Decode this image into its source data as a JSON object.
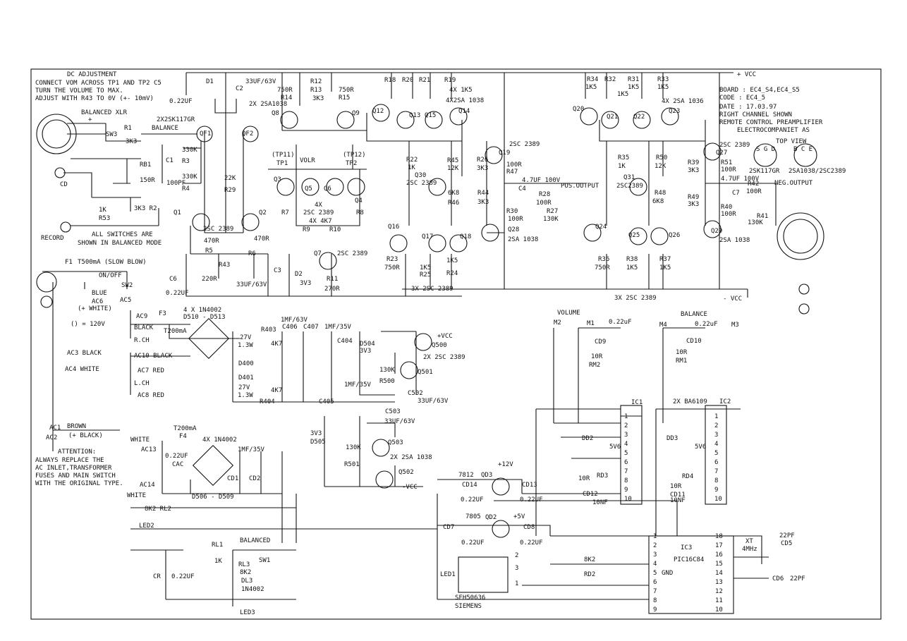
{
  "notes": {
    "dc_title": "DC ADJUSTMENT",
    "dc_line1": "CONNECT VOM ACROSS TP1 AND TP2  C5",
    "dc_line2": "TURN THE VOLUME TO MAX.",
    "dc_line3": "ADJUST WITH R43 TO 0V (+- 10mV)",
    "attention": "ATTENTION:",
    "att1": "ALWAYS REPLACE THE",
    "att2": "AC INLET,TRANSFORMER",
    "att3": "FUSES AND MAIN SWITCH",
    "att4": "WITH THE ORIGINAL TYPE.",
    "switches1": "ALL SWITCHES ARE",
    "switches2": "SHOWN IN BALANCED MODE"
  },
  "titleblock": {
    "vcc": "+ VCC",
    "board": "BOARD : EC4_S4,EC4_S5",
    "code": "CODE : EC4_5",
    "date": "DATE : 17.03.97",
    "right": "RIGHT CHANNEL SHOWN",
    "remote": "REMOTE CONTROL PREAMPLIFIER",
    "company": "ELECTROCOMPANIET AS",
    "topview": "TOP VIEW",
    "sgd": "S G D",
    "bce": "B C E",
    "fet": "2SK117GR",
    "bjt": "2SA1038/2SC2389"
  },
  "labels": [
    {
      "id": "bal-xlr",
      "t": "BALANCED XLR"
    },
    {
      "id": "plus1",
      "t": "+"
    },
    {
      "id": "sw3",
      "t": "SW3"
    },
    {
      "id": "r1",
      "t": "R1"
    },
    {
      "id": "3k3a",
      "t": "3K3"
    },
    {
      "id": "balance",
      "t": "BALANCE"
    },
    {
      "id": "2x2sk",
      "t": "2X2SK117GR"
    },
    {
      "id": "qf1",
      "t": "QF1"
    },
    {
      "id": "qf2",
      "t": "QF2"
    },
    {
      "id": "rb1",
      "t": "RB1"
    },
    {
      "id": "150r",
      "t": "150R"
    },
    {
      "id": "100pf",
      "t": "100PF"
    },
    {
      "id": "c1",
      "t": "C1"
    },
    {
      "id": "330ka",
      "t": "330K"
    },
    {
      "id": "r3",
      "t": "R3"
    },
    {
      "id": "330kb",
      "t": "330K"
    },
    {
      "id": "r4",
      "t": "R4"
    },
    {
      "id": "cd",
      "t": "CD"
    },
    {
      "id": "1k",
      "t": "1K"
    },
    {
      "id": "r53",
      "t": "R53"
    },
    {
      "id": "3k3r2",
      "t": "3K3 R2"
    },
    {
      "id": "record",
      "t": "RECORD"
    },
    {
      "id": "d1",
      "t": "D1"
    },
    {
      "id": "c2",
      "t": "C2"
    },
    {
      "id": "cap-c5",
      "t": "0.22UF"
    },
    {
      "id": "33uf63a",
      "t": "33UF/63V"
    },
    {
      "id": "r14",
      "t": "R14"
    },
    {
      "id": "750ra",
      "t": "750R"
    },
    {
      "id": "2x2sa",
      "t": "2X 2SA1038"
    },
    {
      "id": "q8",
      "t": "Q8"
    },
    {
      "id": "r12",
      "t": "R12"
    },
    {
      "id": "r13",
      "t": "R13"
    },
    {
      "id": "3k3b",
      "t": "3K3"
    },
    {
      "id": "750rb",
      "t": "750R"
    },
    {
      "id": "r15",
      "t": "R15"
    },
    {
      "id": "q9",
      "t": "Q9"
    },
    {
      "id": "22k",
      "t": "22K"
    },
    {
      "id": "r29",
      "t": "R29"
    },
    {
      "id": "tp11",
      "t": "(TP11)"
    },
    {
      "id": "tp1",
      "t": "TP1"
    },
    {
      "id": "volr",
      "t": "VOLR"
    },
    {
      "id": "tp12",
      "t": "(TP12)"
    },
    {
      "id": "tp2",
      "t": "TP2"
    },
    {
      "id": "q3",
      "t": "Q3"
    },
    {
      "id": "q5",
      "t": "Q5"
    },
    {
      "id": "q6",
      "t": "Q6"
    },
    {
      "id": "q4",
      "t": "Q4"
    },
    {
      "id": "4x",
      "t": "4X"
    },
    {
      "id": "2sc2389a",
      "t": "2SC 2389"
    },
    {
      "id": "4x4k7",
      "t": "4X 4K7"
    },
    {
      "id": "r7",
      "t": "R7"
    },
    {
      "id": "r8",
      "t": "R8"
    },
    {
      "id": "r9",
      "t": "R9"
    },
    {
      "id": "r10",
      "t": "R10"
    },
    {
      "id": "q1",
      "t": "Q1"
    },
    {
      "id": "q2",
      "t": "Q2"
    },
    {
      "id": "2sc2389b",
      "t": "2SC 2389"
    },
    {
      "id": "470ra",
      "t": "470R"
    },
    {
      "id": "r5",
      "t": "R5"
    },
    {
      "id": "470rb",
      "t": "470R"
    },
    {
      "id": "r6",
      "t": "R6"
    },
    {
      "id": "q7",
      "t": "Q7"
    },
    {
      "id": "2sc2389c",
      "t": "2SC 2389"
    },
    {
      "id": "r43",
      "t": "R43"
    },
    {
      "id": "220r",
      "t": "220R"
    },
    {
      "id": "c3",
      "t": "C3"
    },
    {
      "id": "d2",
      "t": "D2"
    },
    {
      "id": "3v3a",
      "t": "3V3"
    },
    {
      "id": "33uf63b",
      "t": "33UF/63V"
    },
    {
      "id": "r11",
      "t": "R11"
    },
    {
      "id": "270r",
      "t": "270R"
    },
    {
      "id": "c6",
      "t": "C6"
    },
    {
      "id": "022c6",
      "t": "0.22UF"
    },
    {
      "id": "r18",
      "t": "R18"
    },
    {
      "id": "r20",
      "t": "R20"
    },
    {
      "id": "r21",
      "t": "R21"
    },
    {
      "id": "r19",
      "t": "R19"
    },
    {
      "id": "4x1k5",
      "t": "4X 1K5"
    },
    {
      "id": "4x2sa",
      "t": "4X2SA 1038"
    },
    {
      "id": "q12",
      "t": "Q12"
    },
    {
      "id": "q13",
      "t": "Q13"
    },
    {
      "id": "q15",
      "t": "Q15"
    },
    {
      "id": "q14",
      "t": "Q14"
    },
    {
      "id": "2sc2389d",
      "t": "2SC 2389"
    },
    {
      "id": "q19",
      "t": "Q19"
    },
    {
      "id": "r22",
      "t": "R22"
    },
    {
      "id": "1ka",
      "t": "1K"
    },
    {
      "id": "r45",
      "t": "R45"
    },
    {
      "id": "12ka",
      "t": "12K"
    },
    {
      "id": "r26",
      "t": "R26"
    },
    {
      "id": "3k3c",
      "t": "3K3"
    },
    {
      "id": "100ra",
      "t": "100R"
    },
    {
      "id": "r47",
      "t": "R47"
    },
    {
      "id": "q30",
      "t": "Q30"
    },
    {
      "id": "2sc2389e",
      "t": "2SC 2389"
    },
    {
      "id": "6k8a",
      "t": "6K8"
    },
    {
      "id": "r46",
      "t": "R46"
    },
    {
      "id": "r44",
      "t": "R44"
    },
    {
      "id": "3k3d",
      "t": "3K3"
    },
    {
      "id": "47uf",
      "t": "4.7UF 100V"
    },
    {
      "id": "c4",
      "t": "C4"
    },
    {
      "id": "r28",
      "t": "R28"
    },
    {
      "id": "100rb",
      "t": "100R"
    },
    {
      "id": "pos",
      "t": "POS.OUTPUT"
    },
    {
      "id": "r30",
      "t": "R30"
    },
    {
      "id": "100rc",
      "t": "100R"
    },
    {
      "id": "r27",
      "t": "R27"
    },
    {
      "id": "130ka",
      "t": "130K"
    },
    {
      "id": "q28",
      "t": "Q28"
    },
    {
      "id": "2sa1038a",
      "t": "2SA 1038"
    },
    {
      "id": "q16",
      "t": "Q16"
    },
    {
      "id": "q17",
      "t": "Q17"
    },
    {
      "id": "q18",
      "t": "Q18"
    },
    {
      "id": "r23",
      "t": "R23"
    },
    {
      "id": "750rc",
      "t": "750R"
    },
    {
      "id": "1k5a",
      "t": "1K5"
    },
    {
      "id": "r25",
      "t": "R25"
    },
    {
      "id": "1k5b",
      "t": "1K5"
    },
    {
      "id": "r24",
      "t": "R24"
    },
    {
      "id": "3x2sca",
      "t": "3X 2SC 2389"
    },
    {
      "id": "r34",
      "t": "R34"
    },
    {
      "id": "r32",
      "t": "R32"
    },
    {
      "id": "1k5c",
      "t": "1K5"
    },
    {
      "id": "1k5d",
      "t": "1K5"
    },
    {
      "id": "r31",
      "t": "R31"
    },
    {
      "id": "r33",
      "t": "R33"
    },
    {
      "id": "1k5e",
      "t": "1K5"
    },
    {
      "id": "1k5f",
      "t": "1K5"
    },
    {
      "id": "4x2sa1036",
      "t": "4X 2SA 1036"
    },
    {
      "id": "q20",
      "t": "Q20"
    },
    {
      "id": "q21",
      "t": "Q21"
    },
    {
      "id": "q22",
      "t": "Q22"
    },
    {
      "id": "q23",
      "t": "Q23"
    },
    {
      "id": "2sc2389f",
      "t": "2SC 2389"
    },
    {
      "id": "q27",
      "t": "Q27"
    },
    {
      "id": "r35",
      "t": "R35"
    },
    {
      "id": "1kb",
      "t": "1K"
    },
    {
      "id": "r50",
      "t": "R50"
    },
    {
      "id": "12kb",
      "t": "12K"
    },
    {
      "id": "r39",
      "t": "R39"
    },
    {
      "id": "3k3e",
      "t": "3K3"
    },
    {
      "id": "r51",
      "t": "R51"
    },
    {
      "id": "100rd",
      "t": "100R"
    },
    {
      "id": "r49",
      "t": "R49"
    },
    {
      "id": "q31",
      "t": "Q31"
    },
    {
      "id": "2sc2389g",
      "t": "2SC2389"
    },
    {
      "id": "r48",
      "t": "R48"
    },
    {
      "id": "6k8b",
      "t": "6K8"
    },
    {
      "id": "3k3f",
      "t": "3K3"
    },
    {
      "id": "47uf2",
      "t": "4.7UF 100V"
    },
    {
      "id": "c7",
      "t": "C7"
    },
    {
      "id": "neg",
      "t": "NEG.OUTPUT"
    },
    {
      "id": "r42",
      "t": "R42"
    },
    {
      "id": "100re",
      "t": "100R"
    },
    {
      "id": "r40",
      "t": "R40"
    },
    {
      "id": "100rf",
      "t": "100R"
    },
    {
      "id": "r41",
      "t": "R41"
    },
    {
      "id": "130kb",
      "t": "130K"
    },
    {
      "id": "q24",
      "t": "Q24"
    },
    {
      "id": "q25",
      "t": "Q25"
    },
    {
      "id": "q26",
      "t": "Q26"
    },
    {
      "id": "q29",
      "t": "Q29"
    },
    {
      "id": "2sa1038b",
      "t": "2SA 1038"
    },
    {
      "id": "r36",
      "t": "R36"
    },
    {
      "id": "750rd",
      "t": "750R"
    },
    {
      "id": "r38",
      "t": "R38"
    },
    {
      "id": "1k5g",
      "t": "1K5"
    },
    {
      "id": "r37",
      "t": "R37"
    },
    {
      "id": "1k5h",
      "t": "1K5"
    },
    {
      "id": "3x2scb",
      "t": "3X 2SC 2389"
    },
    {
      "id": "vccn",
      "t": "- VCC"
    },
    {
      "id": "f1",
      "t": "F1"
    },
    {
      "id": "t500",
      "t": "T500mA (SLOW BLOW)"
    },
    {
      "id": "onoff",
      "t": "ON/OFF"
    },
    {
      "id": "sw2",
      "t": "SW2"
    },
    {
      "id": "blue",
      "t": "BLUE"
    },
    {
      "id": "ac5",
      "t": "AC5"
    },
    {
      "id": "ac6",
      "t": "AC6"
    },
    {
      "id": "pw",
      "t": "(+ WHITE)"
    },
    {
      "id": "120v",
      "t": "() = 120V"
    },
    {
      "id": "ac9",
      "t": "AC9"
    },
    {
      "id": "f3",
      "t": "F3"
    },
    {
      "id": "t200a",
      "t": "T200mA"
    },
    {
      "id": "black1",
      "t": "BLACK"
    },
    {
      "id": "rch",
      "t": "R.CH"
    },
    {
      "id": "ac10",
      "t": "AC10  BLACK"
    },
    {
      "id": "ac3",
      "t": "AC3 BLACK"
    },
    {
      "id": "ac4",
      "t": "AC4 WHITE"
    },
    {
      "id": "ac7",
      "t": "AC7 RED"
    },
    {
      "id": "lch",
      "t": "L.CH"
    },
    {
      "id": "ac8",
      "t": "AC8 RED"
    },
    {
      "id": "ac1",
      "t": "AC1"
    },
    {
      "id": "brown",
      "t": "BROWN"
    },
    {
      "id": "ac2",
      "t": "AC2"
    },
    {
      "id": "pblack",
      "t": "(+ BLACK)"
    },
    {
      "id": "in4002a",
      "t": "4 X 1N4002"
    },
    {
      "id": "d510",
      "t": "D510 - D513"
    },
    {
      "id": "27va",
      "t": "27V"
    },
    {
      "id": "13wa",
      "t": "1.3W"
    },
    {
      "id": "r403",
      "t": "R403"
    },
    {
      "id": "c406",
      "t": "C406"
    },
    {
      "id": "c407",
      "t": "C407"
    },
    {
      "id": "1mf63",
      "t": "1MF/63V"
    },
    {
      "id": "4k7a",
      "t": "4K7"
    },
    {
      "id": "d400",
      "t": "D400"
    },
    {
      "id": "d401",
      "t": "D401"
    },
    {
      "id": "4k7b",
      "t": "4K7"
    },
    {
      "id": "27vb",
      "t": "27V"
    },
    {
      "id": "13wb",
      "t": "1.3W"
    },
    {
      "id": "r404",
      "t": "R404"
    },
    {
      "id": "c405",
      "t": "C405"
    },
    {
      "id": "1mf35a",
      "t": "1MF/35V"
    },
    {
      "id": "c404",
      "t": "C404"
    },
    {
      "id": "1mf35b",
      "t": "1MF/35V"
    },
    {
      "id": "d504",
      "t": "D504"
    },
    {
      "id": "3v3b",
      "t": "3V3"
    },
    {
      "id": "130kc",
      "t": "130K"
    },
    {
      "id": "r500",
      "t": "R500"
    },
    {
      "id": "vccp2",
      "t": "+VCC"
    },
    {
      "id": "q500",
      "t": "Q500"
    },
    {
      "id": "2x2sc",
      "t": "2X 2SC 2389"
    },
    {
      "id": "q501",
      "t": "Q501"
    },
    {
      "id": "c502",
      "t": "C502"
    },
    {
      "id": "33uf63c",
      "t": "33UF/63V"
    },
    {
      "id": "c503",
      "t": "C503"
    },
    {
      "id": "33uf63d",
      "t": "33UF/63V"
    },
    {
      "id": "3v3c",
      "t": "3V3"
    },
    {
      "id": "d505",
      "t": "D505"
    },
    {
      "id": "130kd",
      "t": "130K"
    },
    {
      "id": "r501",
      "t": "R501"
    },
    {
      "id": "q503",
      "t": "Q503"
    },
    {
      "id": "2x2sa2",
      "t": "2X 2SA 1038"
    },
    {
      "id": "q502",
      "t": "Q502"
    },
    {
      "id": "vccn2",
      "t": "-VCC"
    },
    {
      "id": "white1",
      "t": "WHITE"
    },
    {
      "id": "ac13",
      "t": "AC13"
    },
    {
      "id": "t200b",
      "t": "T200mA"
    },
    {
      "id": "f4",
      "t": "F4"
    },
    {
      "id": "in4002b",
      "t": "4X 1N4002"
    },
    {
      "id": "1mf35c",
      "t": "1MF/35V"
    },
    {
      "id": "022cac",
      "t": "0.22UF"
    },
    {
      "id": "cac",
      "t": "CAC"
    },
    {
      "id": "cd1",
      "t": "CD1"
    },
    {
      "id": "cd2",
      "t": "CD2"
    },
    {
      "id": "ac14",
      "t": "AC14"
    },
    {
      "id": "d506",
      "t": "D506 - D509"
    },
    {
      "id": "white2",
      "t": "WHITE"
    },
    {
      "id": "8k2a",
      "t": "8K2  RL2"
    },
    {
      "id": "led2",
      "t": "LED2"
    },
    {
      "id": "balanced",
      "t": "BALANCED"
    },
    {
      "id": "rl1",
      "t": "RL1"
    },
    {
      "id": "1kc",
      "t": "1K"
    },
    {
      "id": "sw1",
      "t": "SW1"
    },
    {
      "id": "cr",
      "t": "CR"
    },
    {
      "id": "022cr",
      "t": "0.22UF"
    },
    {
      "id": "rl3",
      "t": "RL3"
    },
    {
      "id": "8k2b",
      "t": "8K2"
    },
    {
      "id": "dl3",
      "t": "DL3"
    },
    {
      "id": "1n4002",
      "t": "1N4002"
    },
    {
      "id": "led3",
      "t": "LED3"
    },
    {
      "id": "volume",
      "t": "VOLUME"
    },
    {
      "id": "m2",
      "t": "M2"
    },
    {
      "id": "m1",
      "t": "M1"
    },
    {
      "id": "022v",
      "t": "0.22uF"
    },
    {
      "id": "cd9",
      "t": "CD9"
    },
    {
      "id": "10ra",
      "t": "10R"
    },
    {
      "id": "rm2",
      "t": "RM2"
    },
    {
      "id": "balance2",
      "t": "BALANCE"
    },
    {
      "id": "m4",
      "t": "M4"
    },
    {
      "id": "022b",
      "t": "0.22uF"
    },
    {
      "id": "m3",
      "t": "M3"
    },
    {
      "id": "cd10",
      "t": "CD10"
    },
    {
      "id": "10rb",
      "t": "10R"
    },
    {
      "id": "rm1",
      "t": "RM1"
    },
    {
      "id": "ic1",
      "t": "IC1"
    },
    {
      "id": "ba6109",
      "t": "2X BA6109"
    },
    {
      "id": "ic2",
      "t": "IC2"
    },
    {
      "id": "dd2",
      "t": "DD2"
    },
    {
      "id": "5v6a",
      "t": "5V6"
    },
    {
      "id": "dd3",
      "t": "DD3"
    },
    {
      "id": "5v6b",
      "t": "5V6"
    },
    {
      "id": "10rc",
      "t": "10R"
    },
    {
      "id": "rd3",
      "t": "RD3"
    },
    {
      "id": "cd12",
      "t": "CD12"
    },
    {
      "id": "10nfa",
      "t": "10NF"
    },
    {
      "id": "rd4",
      "t": "RD4"
    },
    {
      "id": "10rd",
      "t": "10R"
    },
    {
      "id": "cd11",
      "t": "CD11"
    },
    {
      "id": "10nfb",
      "t": "10NF"
    },
    {
      "id": "7812",
      "t": "7812"
    },
    {
      "id": "qd3",
      "t": "QD3"
    },
    {
      "id": "12v",
      "t": "+12V"
    },
    {
      "id": "cd14",
      "t": "CD14"
    },
    {
      "id": "022d14",
      "t": "0.22UF"
    },
    {
      "id": "cd13",
      "t": "CD13"
    },
    {
      "id": "022d13",
      "t": "0.22UF"
    },
    {
      "id": "7805",
      "t": "7805"
    },
    {
      "id": "qd2",
      "t": "QD2"
    },
    {
      "id": "5v",
      "t": "+5V"
    },
    {
      "id": "cd7",
      "t": "CD7"
    },
    {
      "id": "022d7",
      "t": "0.22UF"
    },
    {
      "id": "cd8",
      "t": "CD8"
    },
    {
      "id": "022d8",
      "t": "0.22UF"
    },
    {
      "id": "led1",
      "t": "LED1"
    },
    {
      "id": "sfh",
      "t": "SFH50636"
    },
    {
      "id": "siemens",
      "t": "SIEMENS"
    },
    {
      "id": "8k2c",
      "t": "8K2"
    },
    {
      "id": "rd2",
      "t": "RD2"
    },
    {
      "id": "ic3",
      "t": "IC3"
    },
    {
      "id": "pic",
      "t": "PIC16C84"
    },
    {
      "id": "gnd",
      "t": "GND"
    },
    {
      "id": "xt",
      "t": "XT"
    },
    {
      "id": "4mhz",
      "t": "4MHz"
    },
    {
      "id": "22pfa",
      "t": "22PF"
    },
    {
      "id": "cd5",
      "t": "CD5"
    },
    {
      "id": "cd6",
      "t": "CD6"
    },
    {
      "id": "22pfb",
      "t": "22PF"
    }
  ]
}
